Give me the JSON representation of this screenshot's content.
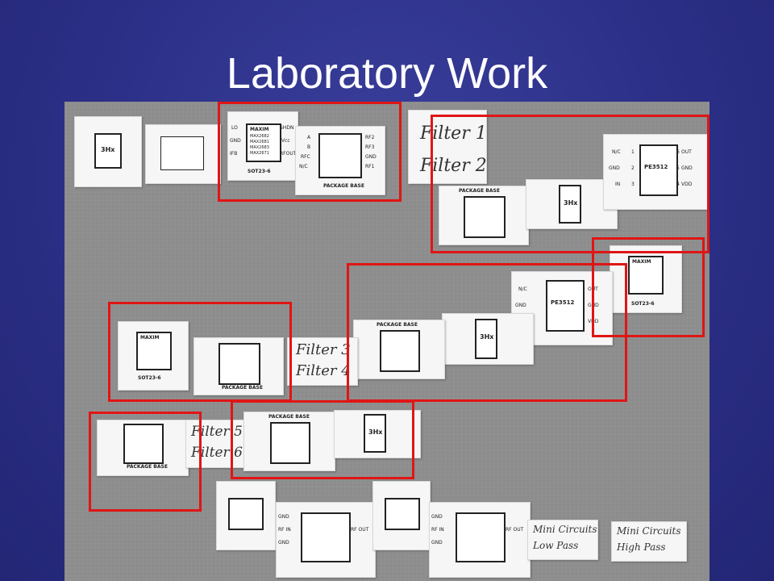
{
  "slide": {
    "title": "Laboratory Work",
    "accent_color": "#e01515",
    "background_color": "#2b2f86"
  },
  "board": {
    "parts": {
      "sot23": {
        "brand": "MAXIM",
        "models": [
          "MAX2682",
          "MAX2681",
          "MAX2683",
          "MAX2671"
        ],
        "package": "SOT23-6",
        "pins": [
          "LO",
          "GND",
          "IFB",
          "SHDN",
          "Vcc",
          "RFOUT"
        ]
      },
      "pkg": {
        "caption": "PACKAGE BASE",
        "pins_left": [
          "A",
          "B",
          "RFC",
          "N/C"
        ],
        "pins_right": [
          "RF2",
          "RF3",
          "GND",
          "RF1"
        ]
      },
      "pe3512": {
        "name": "PE3512",
        "pins_left": [
          "N/C",
          "GND",
          "IN"
        ],
        "nums_left": [
          "1",
          "2",
          "3"
        ],
        "pins_right": [
          "OUT",
          "GND",
          "VDD"
        ],
        "nums_right": [
          "6",
          "5",
          "4"
        ]
      },
      "sthx": {
        "name": "3Hx"
      },
      "mc": {
        "pins": [
          "GND",
          "RF IN",
          "GND",
          "RF OUT"
        ]
      }
    },
    "notes": {
      "filter1": "Filter 1",
      "filter2": "Filter 2",
      "filter3": "Filter 3",
      "filter4": "Filter 4",
      "filter5": "Filter 5",
      "filter6": "Filter 6",
      "mc_low": [
        "Mini Circuits",
        "Low Pass"
      ],
      "mc_high": [
        "Mini Circuits",
        "High Pass"
      ]
    }
  }
}
